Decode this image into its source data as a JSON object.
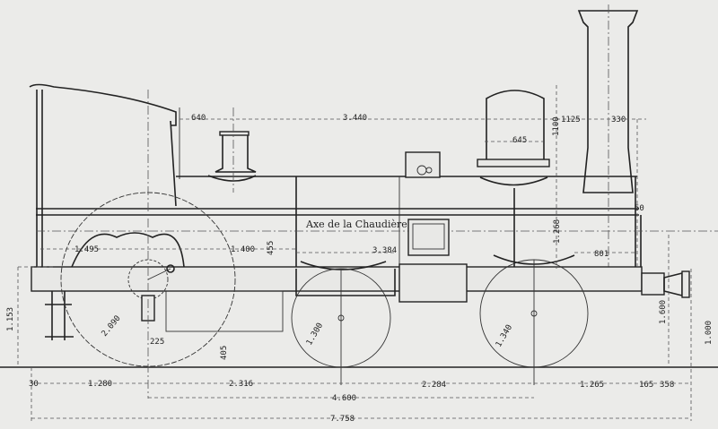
{
  "drawing": {
    "title_label": "Axe de la Chaudière",
    "dimensions": {
      "cab_overhang": "640",
      "boiler_span": "3.440",
      "dome_height_total": "1125",
      "chimney_width": "330",
      "dome_height": "1100",
      "dome_width": "645",
      "driving_wheel_offset": "1.495",
      "driving_to_boiler": "1.400",
      "cylinder_drop": "455",
      "boiler_length": "3.384",
      "boiler_axis_height": "1.268",
      "smokebox": "801",
      "chimney_offset": "50",
      "buffer_height": "1.153",
      "driving_wheel_dia": "2.090",
      "crank": "225",
      "firebox_clearance": "405",
      "middle_wheel_dia": "1.300",
      "front_wheel_dia": "1.340",
      "front_height": "1.600",
      "front_buffer_height": "1.000",
      "rear_gap": "30",
      "rear_overhang": "1.280",
      "wheelbase_rear": "2.316",
      "wheelbase_total": "4.600",
      "wheelbase_front": "2.284",
      "front_overhang": "1.265",
      "buffer_plate": "165",
      "buffer_length": "358",
      "overall_length": "7.758"
    }
  }
}
